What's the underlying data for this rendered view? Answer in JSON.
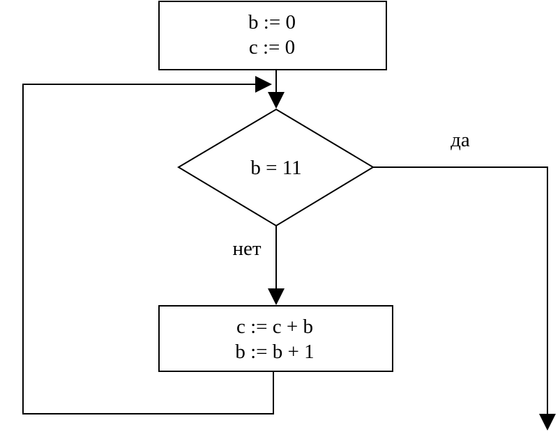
{
  "flowchart": {
    "init_block": {
      "line1": "b := 0",
      "line2": "c := 0"
    },
    "condition": {
      "text": "b = 11"
    },
    "body_block": {
      "line1": "c := c + b",
      "line2": "b := b + 1"
    },
    "labels": {
      "yes": "да",
      "no": "нет"
    }
  },
  "colors": {
    "stroke": "#000000",
    "fill": "#ffffff",
    "background": "#ffffff"
  }
}
